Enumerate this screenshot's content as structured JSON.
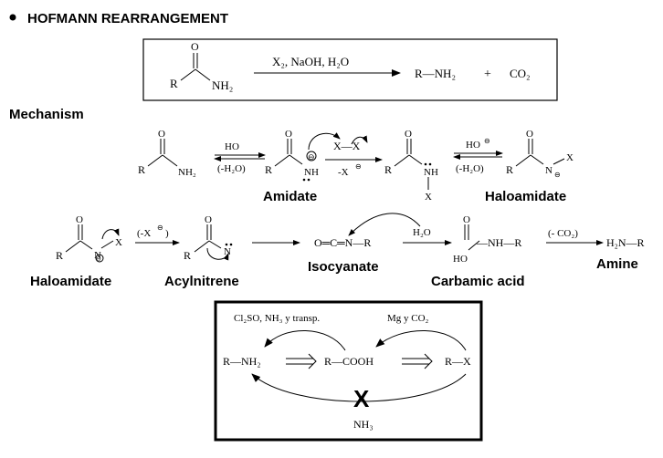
{
  "heading": {
    "bullet": "•",
    "title": "HOFMANN REARRANGEMENT"
  },
  "overall_reaction": {
    "reagents": "X₂, NaOH, H₂O",
    "product_amine": "R—NH₂",
    "plus": "+",
    "product_co2": "CO₂"
  },
  "mechanism_label": "Mechanism",
  "step_labels": {
    "deprotonation_top": "HO",
    "deprotonation_bottom": "(-H₂O)",
    "halogen": "X—X",
    "halide_loss": "-X",
    "base_top": "HO",
    "base_bottom": "(-H₂O)",
    "halide_loss_2": "(-X",
    "water": "H₂O",
    "decarboxylation": "(- CO₂)"
  },
  "species_names": {
    "amidate": "Amidate",
    "haloamidate_1": "Haloamidate",
    "haloamidate_2": "Haloamidate",
    "acylnitrene": "Acylnitrene",
    "isocyanate": "Isocyanate",
    "carbamic_acid": "Carbamic acid",
    "amine": "Amine"
  },
  "formula_fragments": {
    "r": "R",
    "o": "O",
    "nh2": "NH₂",
    "nh": "NH",
    "n": "N",
    "x": "X",
    "isocyanate": "O═C═N—R",
    "carbamic_nhr": "—NH—R",
    "ho": "HO",
    "amine_product": "H₂N—R",
    "minus_charge": "⊖"
  },
  "summary_box": {
    "label_left": "Cl₂SO, NH₃ y transp.",
    "label_right": "Mg y CO₂",
    "left_species": "R—NH₂",
    "middle_species": "R—COOH",
    "right_species": "R—X",
    "bottom_reagent": "NH₃",
    "blocked_mark": "X"
  }
}
